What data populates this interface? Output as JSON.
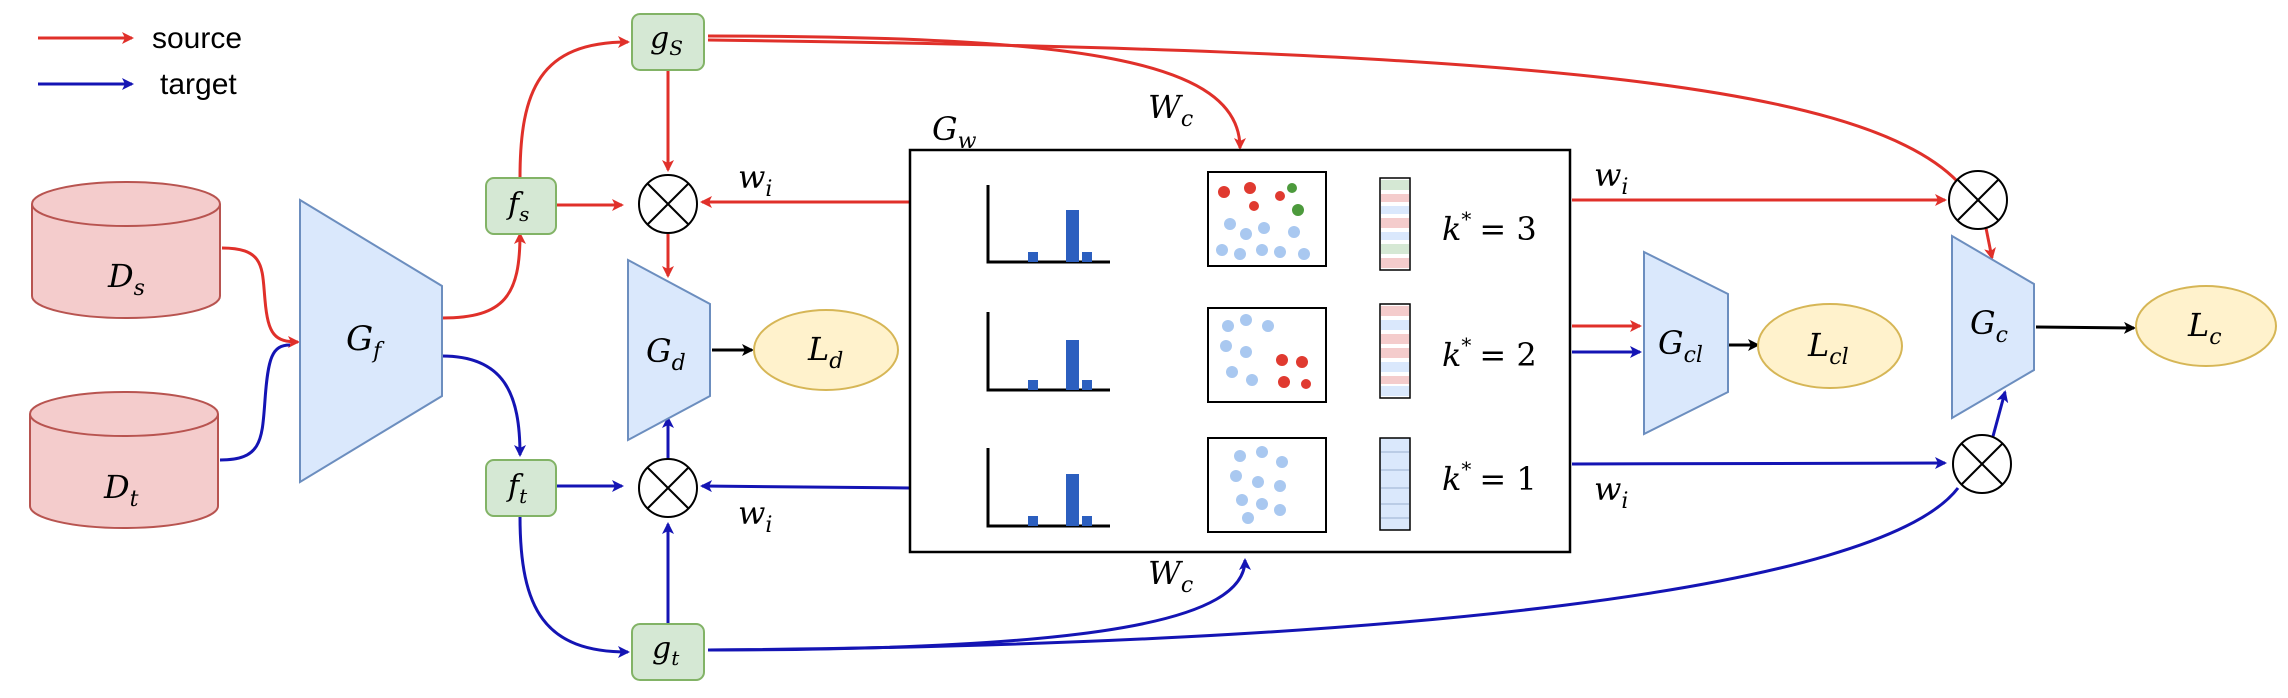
{
  "legend": {
    "source_label": "source",
    "target_label": "target"
  },
  "colors": {
    "source": "#e0302a",
    "target": "#1414b4",
    "neutral": "#000000",
    "db_fill": "#f4cccc",
    "db_stroke": "#b85450",
    "block_fill": "#dae8fc",
    "block_stroke": "#6c8ebf",
    "feature_fill": "#d5e8d4",
    "feature_stroke": "#82b366",
    "loss_fill": "#fff2cc",
    "loss_stroke": "#d6b656"
  },
  "nodes": {
    "Ds": {
      "main": "D",
      "sub": "s"
    },
    "Dt": {
      "main": "D",
      "sub": "t"
    },
    "Gf": {
      "main": "G",
      "sub": "f"
    },
    "fs": {
      "main": "f",
      "sub": "s"
    },
    "ft": {
      "main": "f",
      "sub": "t"
    },
    "gS": {
      "main": "g",
      "sub": "S"
    },
    "gt": {
      "main": "g",
      "sub": "t"
    },
    "Gd": {
      "main": "G",
      "sub": "d"
    },
    "Ld": {
      "main": "L",
      "sub": "d"
    },
    "Gw": {
      "main": "G",
      "sub": "w"
    },
    "Gcl": {
      "main": "G",
      "sub": "cl"
    },
    "Lcl": {
      "main": "L",
      "sub": "cl"
    },
    "Gc": {
      "main": "G",
      "sub": "c"
    },
    "Lc": {
      "main": "L",
      "sub": "c"
    }
  },
  "edge_labels": {
    "wi": "w",
    "wi_sub": "i",
    "Wc": "W",
    "Wc_sub": "c"
  },
  "gw_rows": [
    {
      "k_label": "k",
      "k_sup": "*",
      "k_value": "= 3"
    },
    {
      "k_label": "k",
      "k_sup": "*",
      "k_value": "= 2"
    },
    {
      "k_label": "k",
      "k_sup": "*",
      "k_value": "= 1"
    }
  ]
}
